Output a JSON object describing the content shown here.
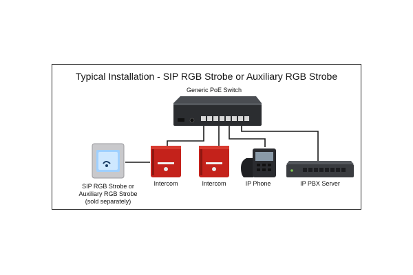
{
  "title": "Typical Installation - SIP RGB Strobe or Auxiliary RGB Strobe",
  "switch_label": "Generic PoE Switch",
  "strobe_label_lines": [
    "SIP RGB Strobe or",
    "Auxiliary RGB Strobe",
    "(sold separately)"
  ],
  "devices": {
    "intercom1": "Intercom",
    "intercom2": "Intercom",
    "phone": "IP Phone",
    "pbx": "IP PBX Server"
  },
  "colors": {
    "frame": "#222222",
    "cable": "#1a1a1a",
    "switch_body": "#2b2d30",
    "intercom_red": "#c4221b",
    "strobe_glow": "#9fd0ff",
    "pbx_body": "#3a3c40"
  },
  "icons": [
    "poe-switch-icon",
    "strobe-icon",
    "intercom-icon",
    "ip-phone-icon",
    "pbx-server-icon"
  ]
}
